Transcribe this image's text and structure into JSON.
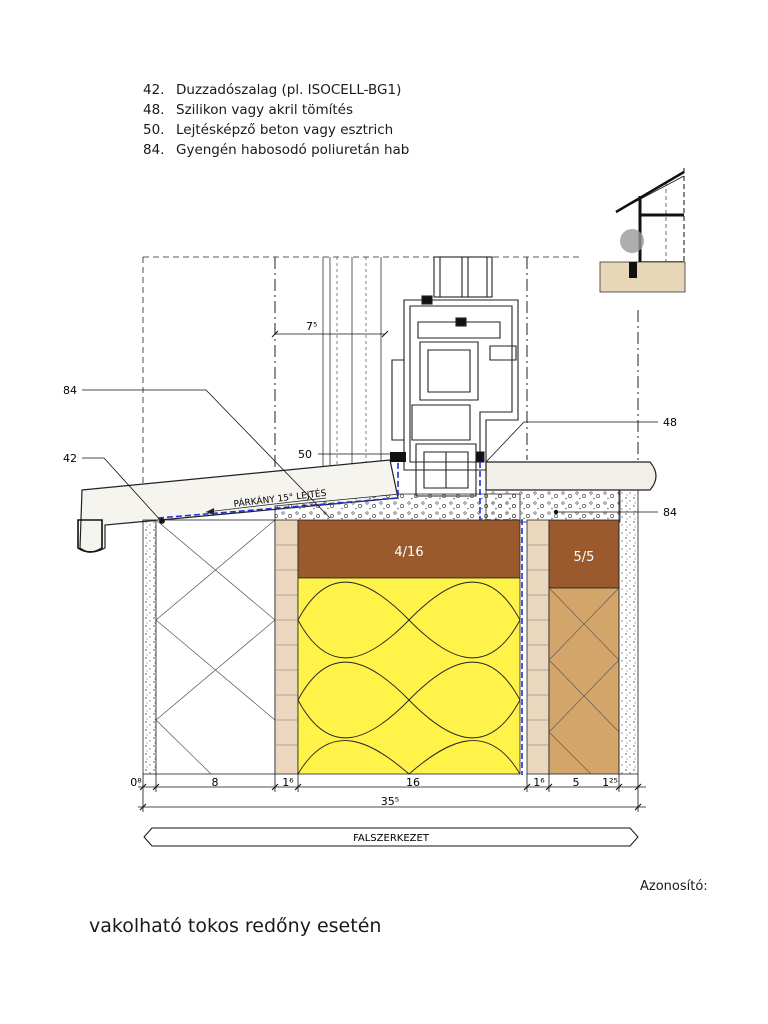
{
  "legend": [
    {
      "num": "42.",
      "text": "Duzzadószalag (pl. ISOCELL-BG1)"
    },
    {
      "num": "48.",
      "text": "Szilikon vagy akril tömítés"
    },
    {
      "num": "50.",
      "text": "Lejtésképző beton vagy esztrich"
    },
    {
      "num": "84.",
      "text": "Gyengén habosodó poliuretán hab"
    }
  ],
  "callouts": {
    "c84a": "84",
    "c42": "42",
    "c50": "50",
    "c48": "48",
    "c84b": "84"
  },
  "labels": {
    "slope": "PÁRKÁNY 15° LEJTÉS",
    "gap": "7⁵",
    "board_inner": "4/16",
    "board_outer": "5/5",
    "wall_structure": "FALSZERKEZET"
  },
  "dimensions": {
    "d0": "0⁸",
    "d1": "8",
    "d2": "1⁶",
    "d3": "16",
    "d4": "1⁶",
    "d5": "5",
    "d6": "1²⁵",
    "total": "35⁵"
  },
  "footer": {
    "id_label": "Azonosító:",
    "caption": "vakolható tokos redőny esetén"
  },
  "colors": {
    "timber": "#9a5a2e",
    "insulation": "#fff34a",
    "osb": "#d4a56a",
    "gypsum": "#ead7bd",
    "membrane": "#1f2fd6",
    "sill": "#f2efe9"
  }
}
